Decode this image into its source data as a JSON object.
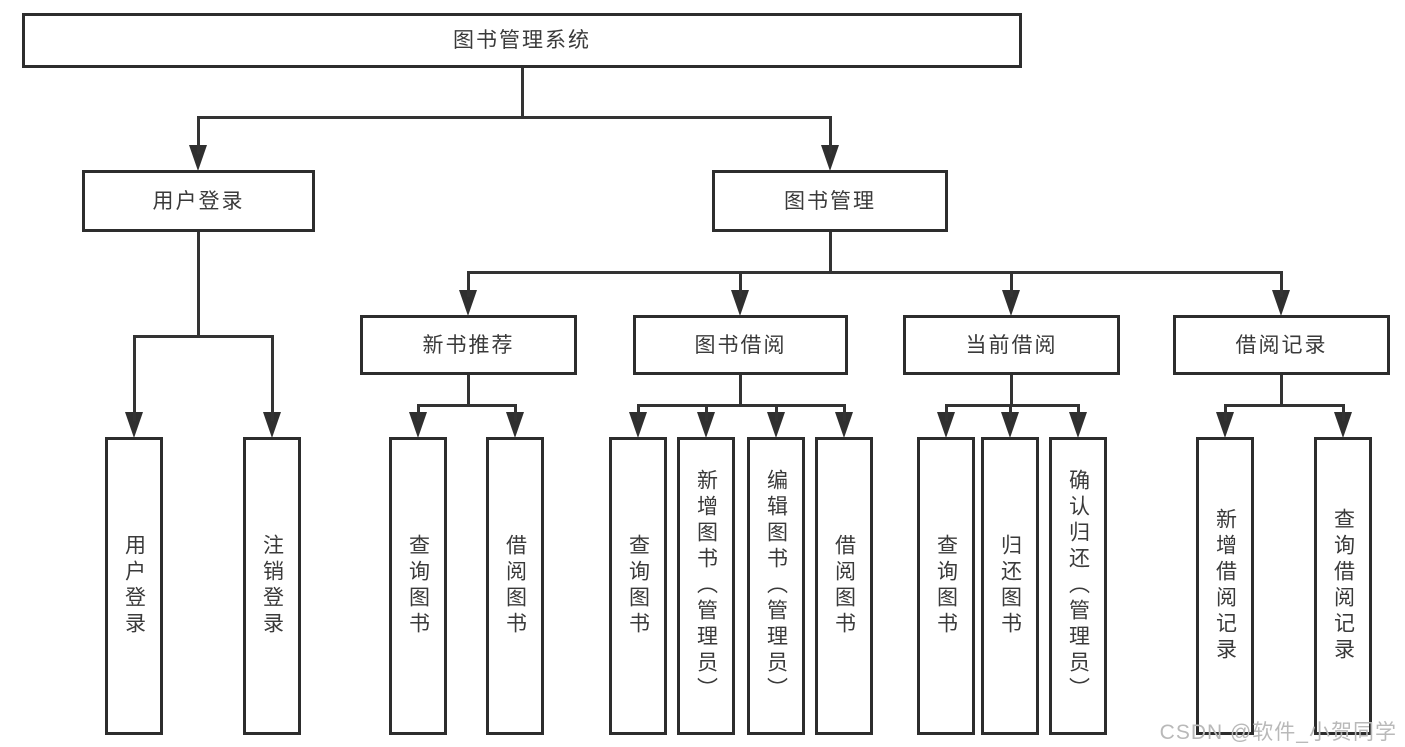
{
  "tree": {
    "root": "图书管理系统",
    "children": [
      {
        "label": "用户登录",
        "children": [
          "用户登录",
          "注销登录"
        ]
      },
      {
        "label": "图书管理",
        "children": [
          {
            "label": "新书推荐",
            "children": [
              "查询图书",
              "借阅图书"
            ]
          },
          {
            "label": "图书借阅",
            "children": [
              "查询图书",
              "新增图书（管理员）",
              "编辑图书（管理员）",
              "借阅图书"
            ]
          },
          {
            "label": "当前借阅",
            "children": [
              "查询图书",
              "归还图书",
              "确认归还（管理员）"
            ]
          },
          {
            "label": "借阅记录",
            "children": [
              "新增借阅记录",
              "查询借阅记录"
            ]
          }
        ]
      }
    ]
  },
  "watermark": {
    "text": "CSDN @软件_小贺同学"
  },
  "colors": {
    "line": "#333333",
    "box_border": "#2d2d2d",
    "text": "#3a3a3a",
    "background": "#ffffff",
    "watermark": "#b9b9b9"
  }
}
